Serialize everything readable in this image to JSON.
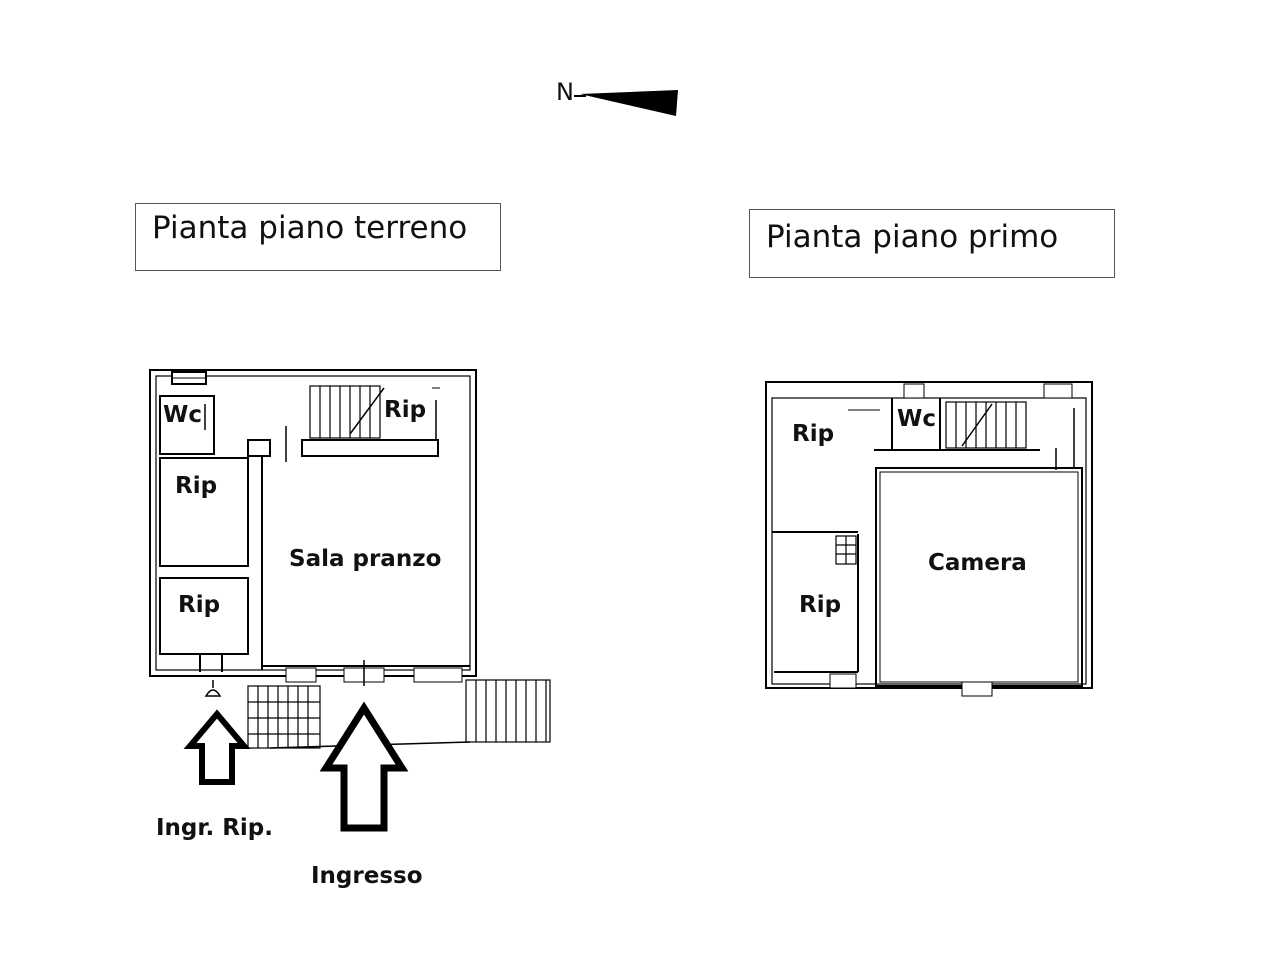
{
  "compass": {
    "label": "N"
  },
  "ground_floor": {
    "title": "Pianta piano terreno",
    "rooms": {
      "wc": "Wc",
      "rip_top": "Rip",
      "rip_mid": "Rip",
      "rip_low": "Rip",
      "dining": "Sala pranzo"
    },
    "entrances": {
      "storage": "Ingr. Rip.",
      "main": "Ingresso"
    }
  },
  "first_floor": {
    "title": "Pianta piano primo",
    "rooms": {
      "rip_top": "Rip",
      "wc": "Wc",
      "rip_low": "Rip",
      "bedroom": "Camera"
    }
  }
}
